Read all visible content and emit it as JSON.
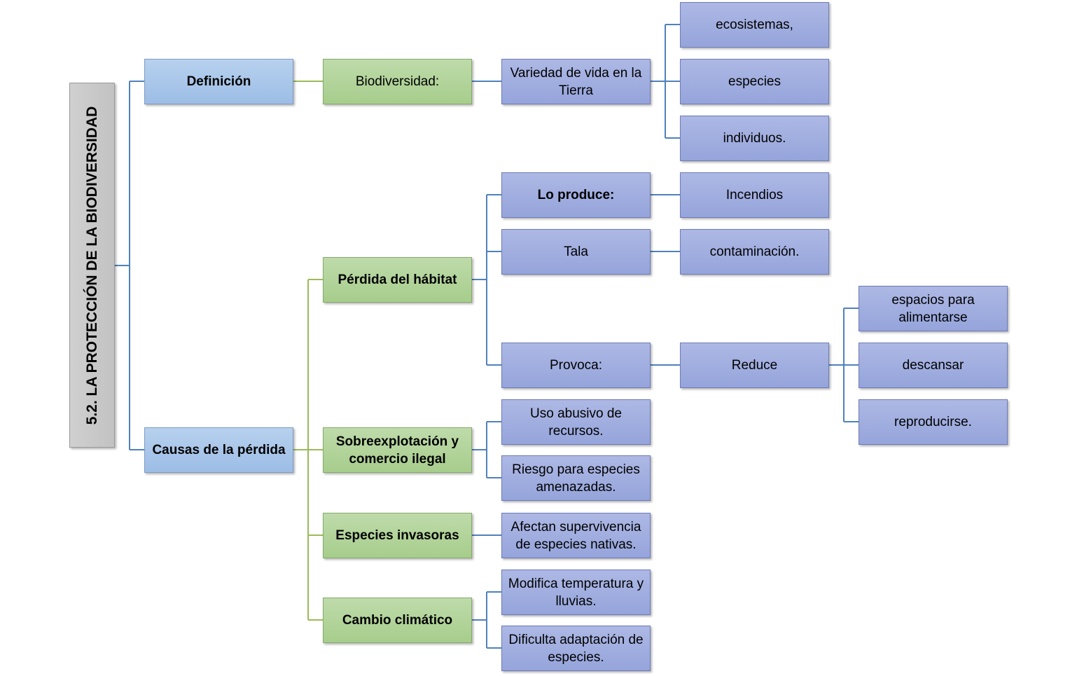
{
  "title": "5.2. LA PROTECCIÓN DE LA BIODIVERSIDAD",
  "colors": {
    "blue_line": "#4f81bd",
    "green_line": "#9bbb59",
    "light_blue_fill": "#a7c4ea",
    "green_fill": "#aed096",
    "purple_blue_fill": "#9dabde",
    "root_fill": "#c9c9c9"
  },
  "nodes": {
    "definicion": "Definición",
    "causas": "Causas de la pérdida",
    "biodiversidad": "Biodiversidad:",
    "variedad": "Variedad de vida en la Tierra",
    "ecosistemas": "ecosistemas,",
    "especies": "especies",
    "individuos": "individuos.",
    "perdida_habitat": "Pérdida del hábitat",
    "lo_produce": "Lo produce:",
    "incendios": "Incendios",
    "tala": "Tala",
    "contaminacion": "contaminación.",
    "provoca": "Provoca:",
    "reduce": "Reduce",
    "alimentarse": "espacios para alimentarse",
    "descansar": "descansar",
    "reproducirse": "reproducirse.",
    "sobreexplotacion": "Sobreexplotación y comercio ilegal",
    "uso_abusivo": "Uso abusivo de recursos.",
    "riesgo": "Riesgo para especies amenazadas.",
    "especies_invasoras": "Especies invasoras",
    "afectan": "Afectan supervivencia de especies nativas.",
    "cambio_climatico": "Cambio climático",
    "modifica": "Modifica temperatura y lluvias.",
    "dificulta": "Dificulta adaptación de especies."
  }
}
